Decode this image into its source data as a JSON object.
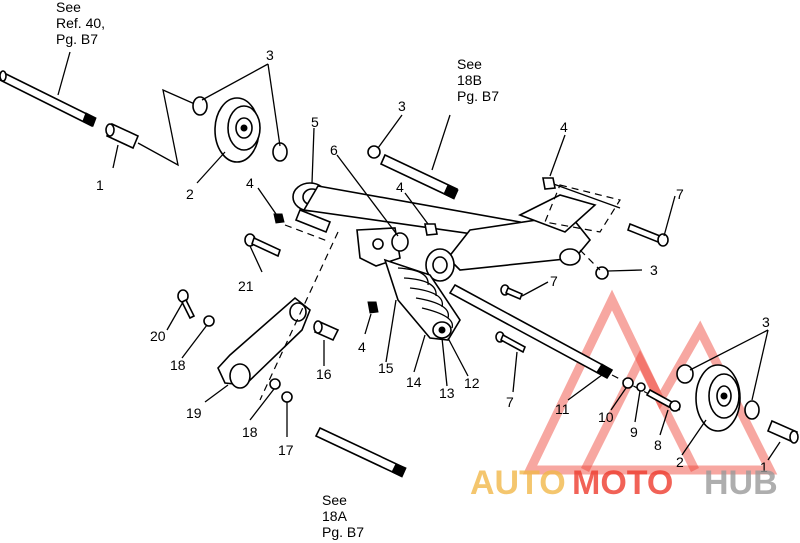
{
  "references": [
    {
      "id": "ref-40",
      "lines": [
        "See",
        "Ref. 40,",
        "Pg. B7"
      ]
    },
    {
      "id": "ref-18b",
      "lines": [
        "See",
        "18B",
        "Pg. B7"
      ]
    },
    {
      "id": "ref-18a",
      "lines": [
        "See",
        "18A",
        "Pg. B7"
      ]
    }
  ],
  "callouts": {
    "c1a": "1",
    "c1b": "1",
    "c2a": "2",
    "c2b": "2",
    "c3a": "3",
    "c3b": "3",
    "c3c": "3",
    "c3d": "3",
    "c4a": "4",
    "c4b": "4",
    "c4c": "4",
    "c4d": "4",
    "c5": "5",
    "c6": "6",
    "c7a": "7",
    "c7b": "7",
    "c7c": "7",
    "c8": "8",
    "c9": "9",
    "c10": "10",
    "c11": "11",
    "c12": "12",
    "c13": "13",
    "c14": "14",
    "c15": "15",
    "c16": "16",
    "c17": "17",
    "c18a": "18",
    "c18b": "18",
    "c19": "19",
    "c20": "20",
    "c21": "21"
  },
  "watermark": {
    "text_auto": "AUTO",
    "text_moto": "MOTO",
    "text_hub": "HUB",
    "color_auto": "#f2b84b",
    "color_moto": "#ee3b2e",
    "color_hub": "#9a9a9a"
  }
}
